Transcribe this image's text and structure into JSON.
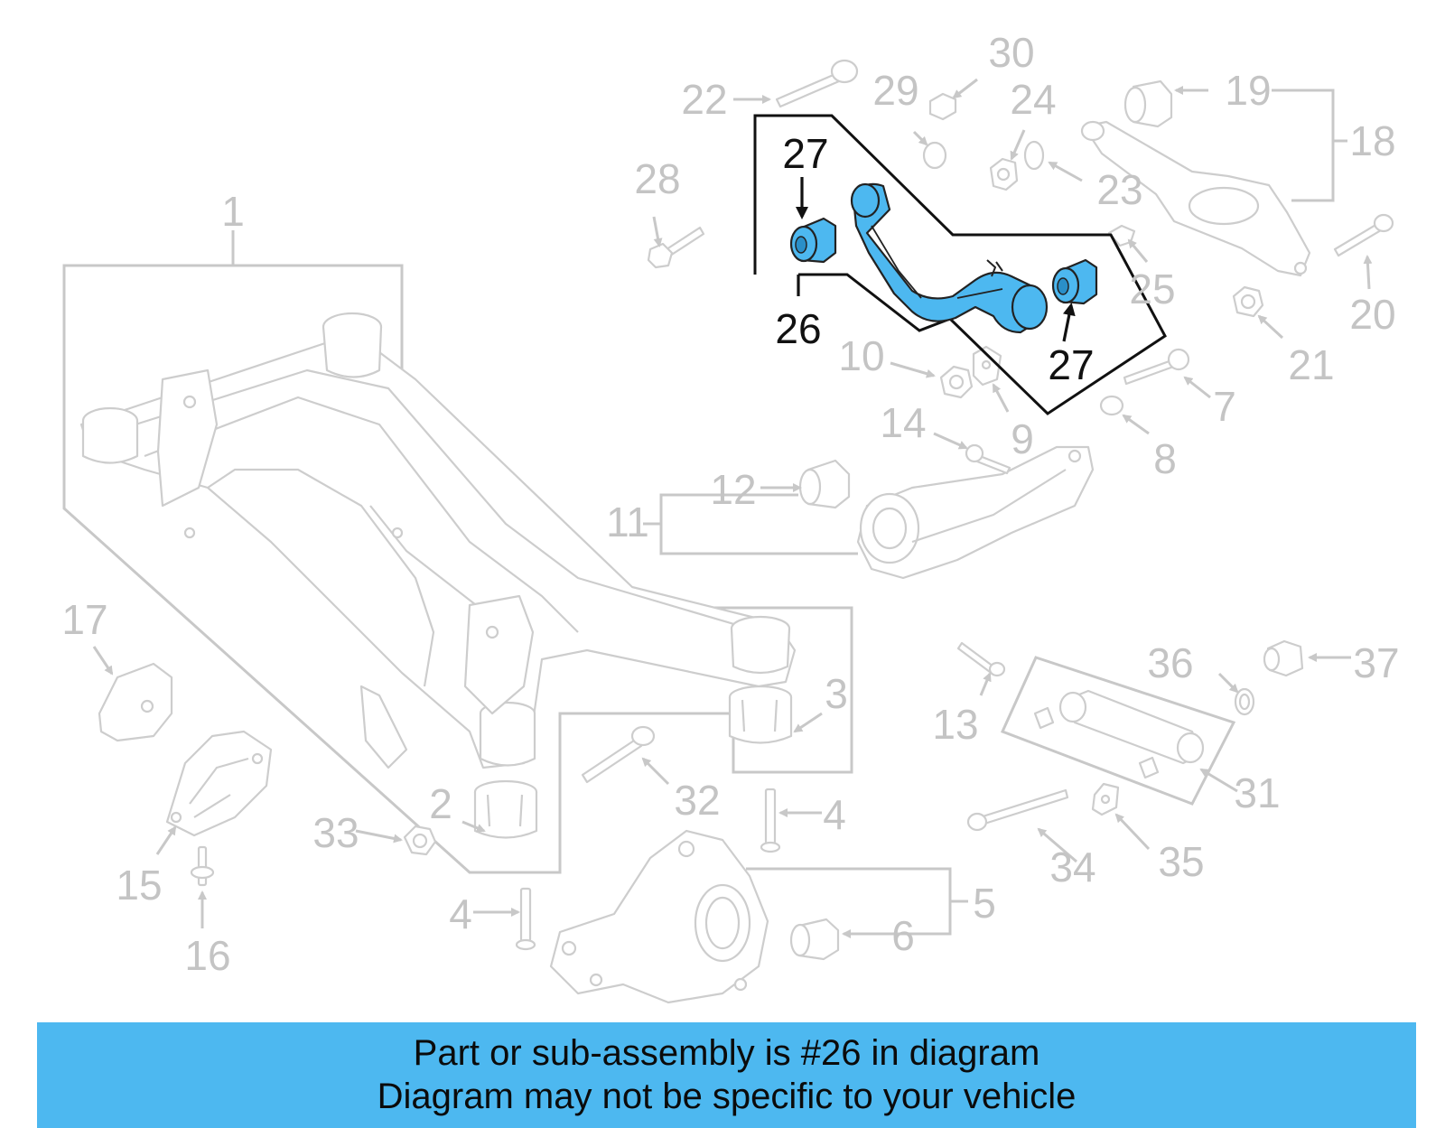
{
  "banner": {
    "line1": "Part or sub-assembly is #26 in diagram",
    "line2": "Diagram may not be specific to your vehicle"
  },
  "highlight_part": "26",
  "colors": {
    "highlight_fill": "#4db8f0",
    "banner_bg": "#4db8f0",
    "faded": "#c4c4c4",
    "highlight_label": "#111111"
  },
  "callouts": {
    "c1": "1",
    "c2": "2",
    "c3": "3",
    "c4a": "4",
    "c4b": "4",
    "c5": "5",
    "c6": "6",
    "c7": "7",
    "c8": "8",
    "c9": "9",
    "c10": "10",
    "c11": "11",
    "c12": "12",
    "c13": "13",
    "c14": "14",
    "c15": "15",
    "c16": "16",
    "c17": "17",
    "c18": "18",
    "c19": "19",
    "c20": "20",
    "c21": "21",
    "c22": "22",
    "c23": "23",
    "c24": "24",
    "c25": "25",
    "c26": "26",
    "c27a": "27",
    "c27b": "27",
    "c28": "28",
    "c29": "29",
    "c30": "30",
    "c31": "31",
    "c32": "32",
    "c33": "33",
    "c34": "34",
    "c35": "35",
    "c36": "36",
    "c37": "37"
  }
}
